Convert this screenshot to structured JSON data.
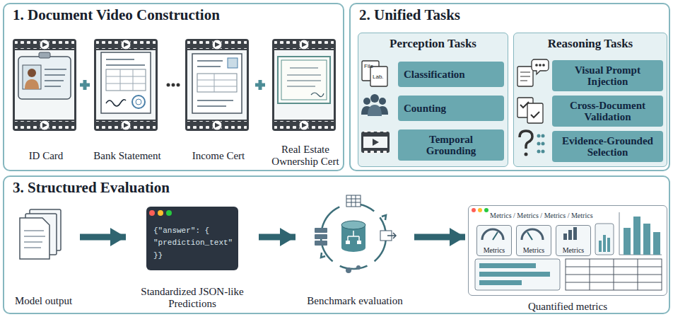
{
  "diagram": {
    "nodes": [
      {
        "text": [
          "1. Document Video Construction"
        ]
      },
      {
        "text": [
          "ID Card"
        ],
        "in": 0
      },
      {
        "text": [
          "Bank Statement"
        ],
        "in": 0
      },
      {
        "text": [
          "Income Cert"
        ],
        "in": 0
      },
      {
        "text": [
          "Real Estate Ownership Cert"
        ],
        "in": 0
      },
      {
        "text": [
          "2. Unified Tasks"
        ]
      },
      {
        "text": [
          "Perception Tasks"
        ],
        "in": 5
      },
      {
        "text": [
          "Classification"
        ],
        "in": 6
      },
      {
        "text": [
          "Counting"
        ],
        "in": 6
      },
      {
        "text": [
          "Temporal Grounding"
        ],
        "in": 6
      },
      {
        "text": [
          "Reasoning Tasks"
        ],
        "in": 5
      },
      {
        "text": [
          "Visual Prompt Injection"
        ],
        "in": 10
      },
      {
        "text": [
          "Cross-Document Validation"
        ],
        "in": 10
      },
      {
        "text": [
          "Evidence-Grounded Selection"
        ],
        "in": 10
      },
      {
        "text": [
          "3. Structured Evaluation"
        ]
      },
      {
        "text": [
          "Model output"
        ],
        "in": 14
      },
      {
        "text": [
          "{\"answer\": { \"prediction_text\" }}",
          "Standardized JSON-like Predictions"
        ],
        "in": 14
      },
      {
        "text": [
          "Benchmark evaluation"
        ],
        "in": 14
      },
      {
        "text": [
          "Metrics / Metrics / Metrics / Metrics",
          "Quantified metrics"
        ],
        "in": 14
      },
      {
        "text": [
          "Metrics"
        ],
        "in": 18
      },
      {
        "text": [
          "Metrics"
        ],
        "in": 18
      },
      {
        "text": [
          "Metrics"
        ],
        "in": 18
      }
    ],
    "edges": [
      {
        "from": 15,
        "to": 16,
        "arrow": "to"
      },
      {
        "from": 16,
        "to": 17,
        "arrow": "to"
      },
      {
        "from": 17,
        "to": 18,
        "arrow": "to"
      }
    ],
    "labels": [
      "File",
      "Lab."
    ]
  }
}
